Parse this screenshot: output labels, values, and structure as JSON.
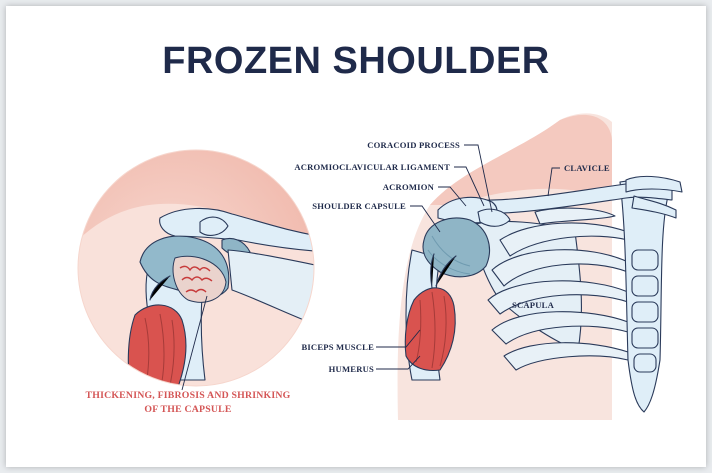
{
  "title": "FROZEN SHOULDER",
  "caption": {
    "line1": "THICKENING, FIBROSIS AND SHRINKING",
    "line2": "OF THE CAPSULE"
  },
  "labels": {
    "coracoid_process": "CORACOID PROCESS",
    "acromioclavicular_ligament": "ACROMIOCLAVICULAR LIGAMENT",
    "acromion": "ACROMION",
    "shoulder_capsule": "SHOULDER CAPSULE",
    "clavicle": "CLAVICLE",
    "scapula": "SCAPULA",
    "biceps_muscle": "BICEPS MUSCLE",
    "humerus": "HUMERUS"
  },
  "colors": {
    "title": "#1f2a4a",
    "caption": "#d45656",
    "skin": "#f4c9bf",
    "bone": "#dcebf5",
    "capsule": "#8fb5c6",
    "muscle": "#d9534f"
  }
}
